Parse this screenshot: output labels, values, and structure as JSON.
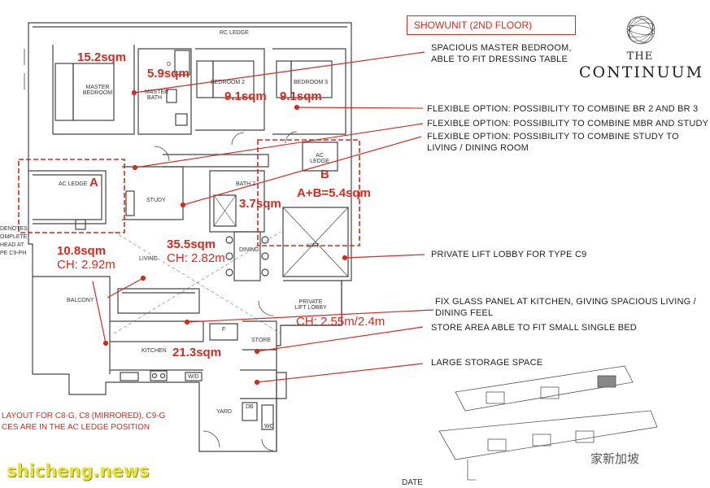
{
  "header": {
    "showunit": "SHOWUNIT (2ND FLOOR)",
    "brand_line1": "THE",
    "brand_line2": "CONTINUUM"
  },
  "rooms": {
    "rc_ledge": "RC LEDGE",
    "master_bedroom": "MASTER BEDROOM",
    "master_bath": "MASTER BATH",
    "d1": "D",
    "bedroom2": "BEDROOM 2",
    "bedroom3": "BEDROOM 3",
    "ac_ledge_a": "AC LEDGE",
    "ac_ledge_b": "AC LEDGE",
    "study": "STUDY",
    "bath2": "BATH 2",
    "living": "LIVING",
    "dining": "DINING",
    "lift": "LIFT",
    "private_lift_lobby": "PRIVATE LIFT LOBBY",
    "balcony": "BALCONY",
    "kitchen": "KITCHEN",
    "store": "STORE",
    "yard": "YARD",
    "wc": "WC",
    "db": "DB",
    "f": "F",
    "wd": "W/D"
  },
  "labels": {
    "a": "A",
    "b": "B"
  },
  "areas": {
    "master": "15.2sqm",
    "bath": "5.9sqm",
    "br2": "9.1sqm",
    "br3": "9.1sqm",
    "ab": "A+B=5.4sqm",
    "bath2": "3.7sqm",
    "balcony": "10.8sqm",
    "balcony_ch": "CH: 2.92m",
    "living": "35.5sqm",
    "living_ch": "CH: 2.82m",
    "lobby_ch": "CH: 2.55m/2.4m",
    "kitchen": "21.3sqm"
  },
  "annotations": [
    "SPACIOUS MASTER BEDROOM,",
    "ABLE TO FIT DRESSING TABLE",
    "FLEXIBLE OPTION: POSSIBILITY TO COMBINE BR 2 AND BR 3",
    "FLEXIBLE OPTION: POSSIBILITY TO COMBINE MBR AND STUDY",
    "FLEXIBLE OPTION: POSSIBILITY TO COMBINE STUDY TO",
    "LIVING / DINING ROOM",
    "PRIVATE LIFT LOBBY FOR TYPE C9",
    "FIX GLASS PANEL AT KITCHEN, GIVING SPACIOUS LIVING /",
    "DINING FEEL",
    "STORE AREA ABLE TO FIT SMALL SINGLE BED",
    "LARGE STORAGE SPACE"
  ],
  "left_notes": [
    "DENOTES",
    "OMPLETE",
    "HEAD AT",
    "PE C9-PH"
  ],
  "bottom_notes": [
    "LAYOUT FOR C8-G, C8 (MIRRORED), C9-G",
    "CES ARE IN THE AC LEDGE POSITION"
  ],
  "footer": {
    "watermark": "shicheng.news",
    "wechat": "家新加坡",
    "date_fragment": "DATE"
  },
  "colors": {
    "accent_red": "#d42a1f",
    "plan_line": "#333333",
    "watermark": "#e8e23c"
  }
}
